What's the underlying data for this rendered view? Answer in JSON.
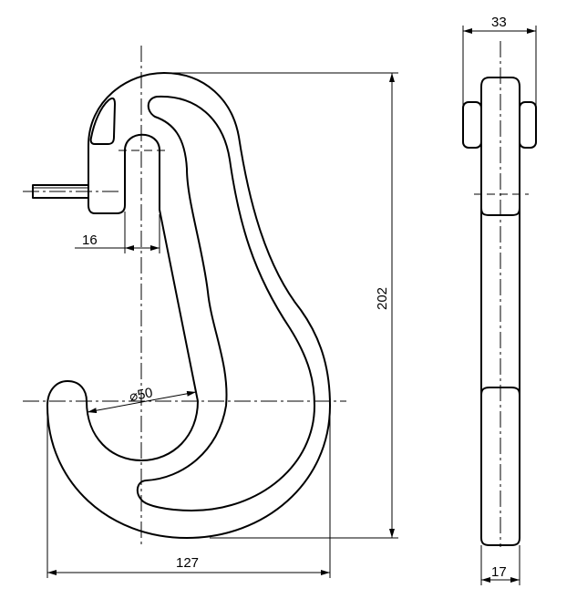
{
  "drawing": {
    "title": "Hook technical drawing",
    "dimensions": {
      "slot_width": "16",
      "height": "202",
      "throat_diameter": "⌀50",
      "width": "127",
      "side_width": "33",
      "side_thickness": "17"
    }
  }
}
